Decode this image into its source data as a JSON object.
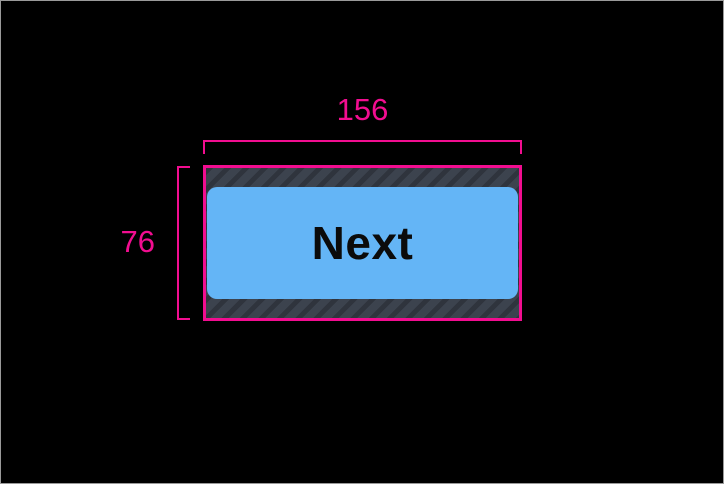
{
  "canvas": {
    "background_color": "#000000",
    "frame_border_color": "#9a9a9a"
  },
  "measurement_overlay": {
    "accent_color": "#f20d90",
    "width_value": "156",
    "height_value": "76"
  },
  "padding_hatch": {
    "base_color": "#3c434e",
    "stripe_color": "#2f343d"
  },
  "button": {
    "label": "Next",
    "fill_color": "#64b5f6",
    "text_color": "#0b0b0b"
  }
}
